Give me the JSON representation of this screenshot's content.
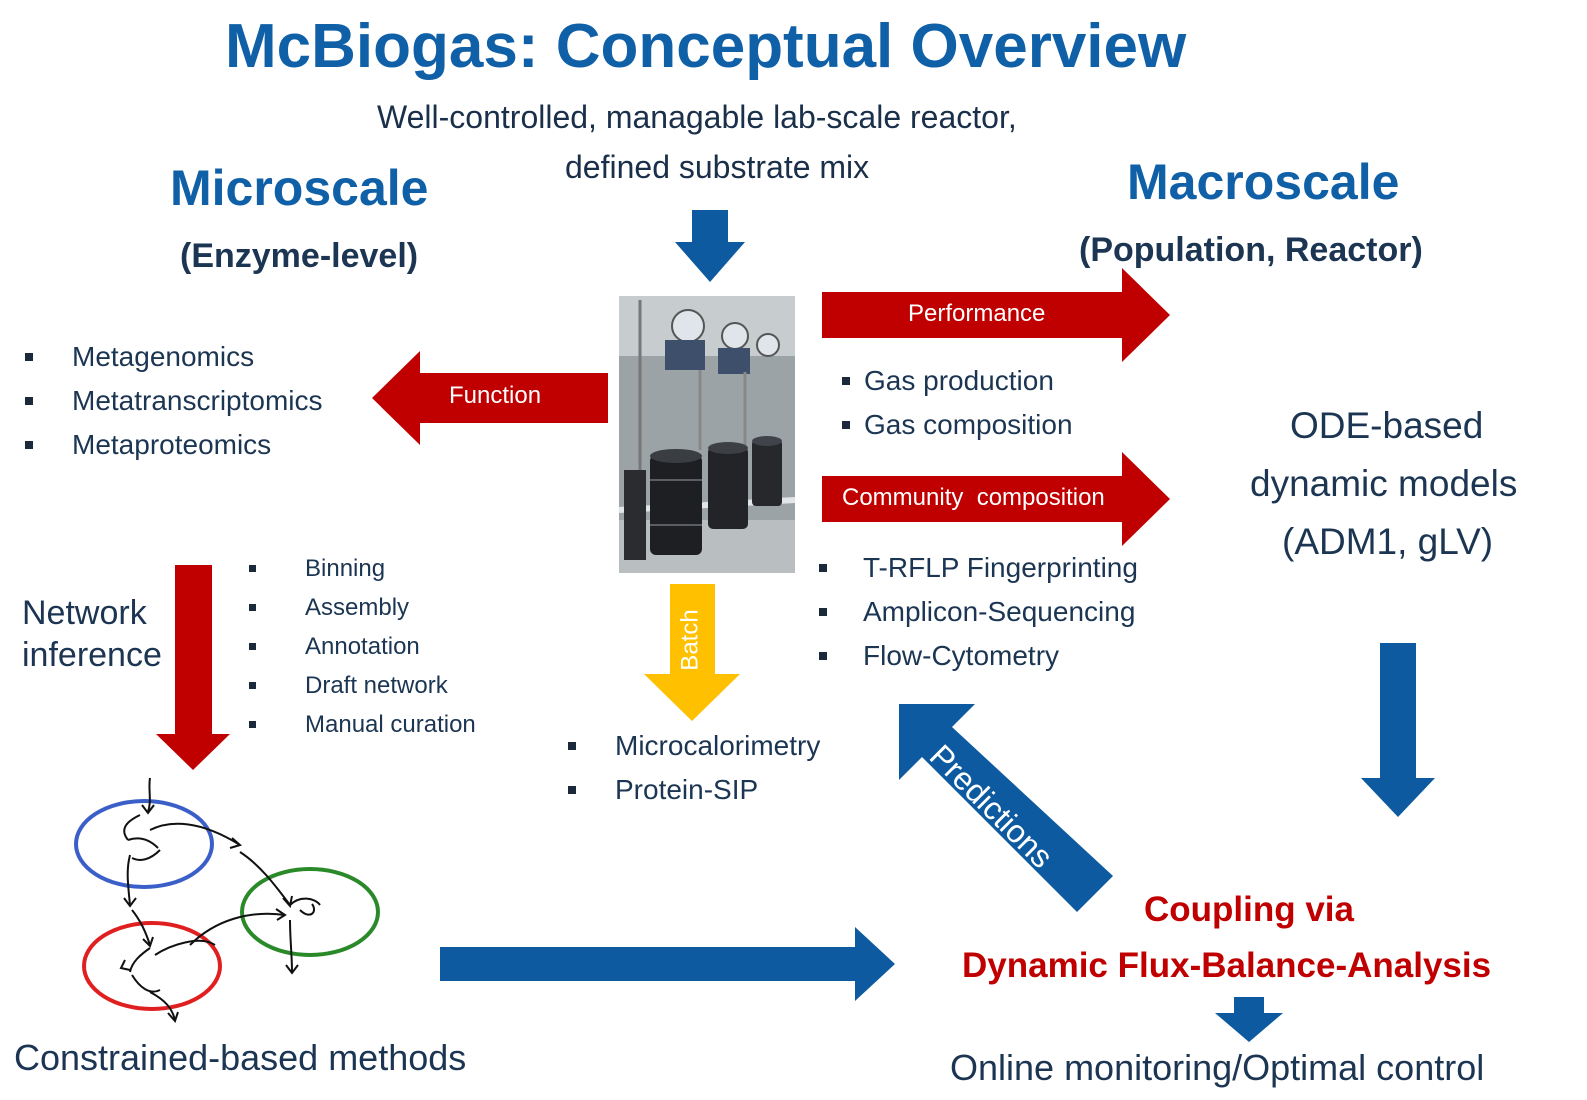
{
  "title": "McBiogas: Conceptual Overview",
  "subtitle_line1": "Well-controlled, managable lab-scale reactor,",
  "subtitle_line2": "defined substrate mix",
  "microscale": {
    "heading": "Microscale",
    "subheading": "(Enzyme-level)"
  },
  "macroscale": {
    "heading": "Macroscale",
    "subheading": "(Population, Reactor)"
  },
  "arrows": {
    "function": "Function",
    "performance": "Performance",
    "community": "Community  composition",
    "batch": "Batch",
    "predictions": "Predictions"
  },
  "omics": [
    "Metagenomics",
    "Metatranscriptomics",
    "Metaproteomics"
  ],
  "gas": [
    "Gas production",
    "Gas composition"
  ],
  "community_methods": [
    "T-RFLP Fingerprinting",
    "Amplicon-Sequencing",
    "Flow-Cytometry"
  ],
  "network": {
    "label_line1": "Network",
    "label_line2": "inference",
    "steps": [
      "Binning",
      "Assembly",
      "Annotation",
      "Draft network",
      "Manual curation"
    ]
  },
  "batch_methods": [
    "Microcalorimetry",
    "Protein-SIP"
  ],
  "ode": {
    "line1": "ODE-based",
    "line2": "dynamic models",
    "line3": "(ADM1, gLV)"
  },
  "coupling": {
    "line1": "Coupling via",
    "line2": "Dynamic Flux-Balance-Analysis"
  },
  "constrained": "Constrained-based methods",
  "online": "Online monitoring/Optimal control",
  "colors": {
    "title_blue": "#1060a8",
    "arrow_red": "#c00000",
    "arrow_blue": "#0d5aa0",
    "arrow_yellow": "#ffc000",
    "coupling_red": "#c00000"
  },
  "icons": [
    "reactor-photo",
    "network-graph-illustration"
  ]
}
